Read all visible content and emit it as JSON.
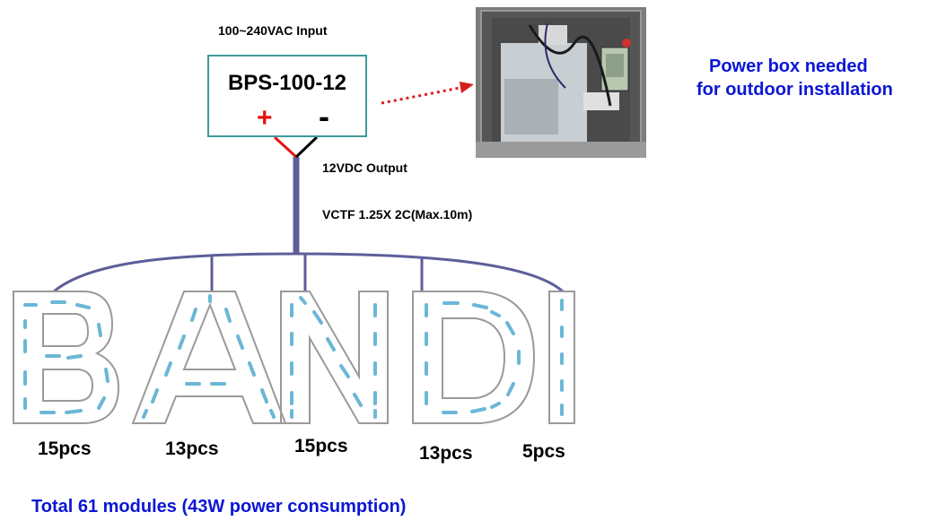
{
  "input_label": "100~240VAC Input",
  "psu": {
    "model": "BPS-100-12",
    "plus": "+",
    "minus": "-"
  },
  "output_label": "12VDC Output",
  "cable_label": "VCTF 1.25X 2C(Max.10m)",
  "power_box_note": [
    "Power box needed",
    "for outdoor installation"
  ],
  "letters": [
    {
      "letter": "B",
      "count": "15pcs"
    },
    {
      "letter": "A",
      "count": "13pcs"
    },
    {
      "letter": "N",
      "count": "15pcs"
    },
    {
      "letter": "D",
      "count": "13pcs"
    },
    {
      "letter": "I",
      "count": "5pcs"
    }
  ],
  "total_label": "Total 61 modules (43W power consumption)",
  "colors": {
    "cable": "#5d5e99",
    "arrow": "#d91e1e",
    "psu_border": "#3f9a9a",
    "note_text": "#0b16d4",
    "module": "#6bb7d6"
  }
}
